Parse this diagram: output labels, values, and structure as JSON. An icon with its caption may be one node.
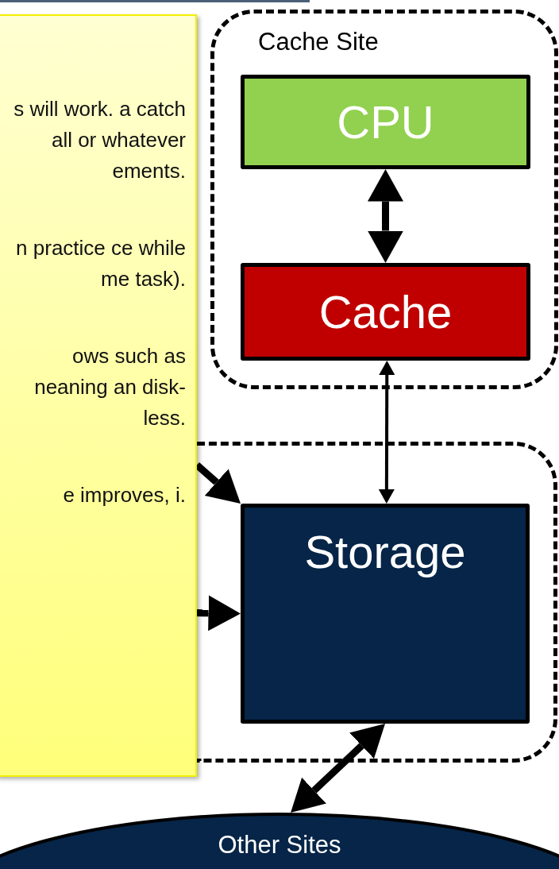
{
  "diagram": {
    "nodes": [
      {
        "text": [
          "Cache Site"
        ]
      },
      {
        "text": [
          "CPU"
        ],
        "in": 0
      },
      {
        "text": [
          "Cache"
        ],
        "in": 0
      },
      {
        "text": [],
        "shape": "box"
      },
      {
        "text": [
          "Storage"
        ],
        "in": 3
      },
      {
        "text": [
          "Other Sites"
        ]
      },
      {
        "text": [
          "s will work. a catch all or whatever ements.",
          "n practice ce while me task).",
          "ows such as neaning an disk-less.",
          "e improves, i."
        ]
      }
    ],
    "edges": [
      {
        "from": 1,
        "to": 2,
        "arrow": "both"
      },
      {
        "from": 2,
        "to": 4,
        "arrow": "both"
      },
      {
        "from": 6,
        "to": 4,
        "arrow": "to"
      },
      {
        "from": 6,
        "to": 4,
        "arrow": "to"
      },
      {
        "from": 4,
        "to": 5,
        "arrow": "both"
      }
    ]
  }
}
